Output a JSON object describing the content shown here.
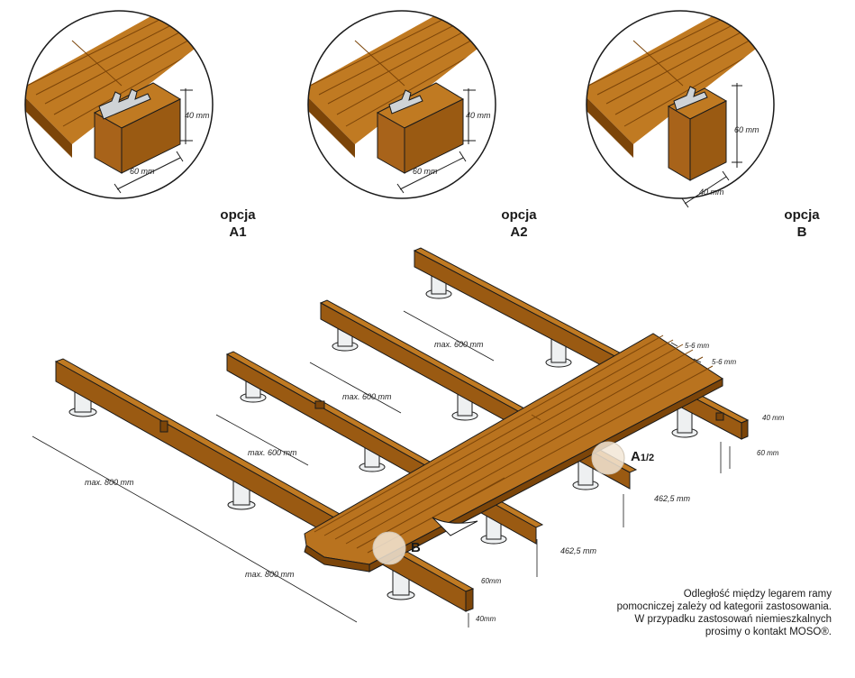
{
  "details": [
    {
      "word": "opcja",
      "code": "A1",
      "height_dim": "40 mm",
      "width_dim": "60 mm"
    },
    {
      "word": "opcja",
      "code": "A2",
      "height_dim": "40 mm",
      "width_dim": "60 mm"
    },
    {
      "word": "opcja",
      "code": "B",
      "height_dim": "60 mm",
      "width_dim": "40 mm"
    }
  ],
  "spacing": {
    "joist_1": "max. 600 mm",
    "joist_2": "max. 600 mm",
    "joist_3": "max. 600 mm",
    "support_1": "max. 800 mm",
    "support_2": "max. 800 mm"
  },
  "gaps": {
    "gap_1": "5-6 mm",
    "gap_2": "5-6 mm"
  },
  "section_right": {
    "height": "40 mm",
    "width": "60 mm"
  },
  "section_front": {
    "height": "60mm",
    "width": "40mm"
  },
  "edge_dims": {
    "upper": "462,5 mm",
    "lower": "462,5 mm"
  },
  "callouts": {
    "a_main": "A",
    "a_sub": "1/2",
    "b": "B"
  },
  "note": {
    "line_1": "Odległość między legarem ramy",
    "line_2": "pomocniczej zależy od kategorii zastosowania.",
    "line_3": "W przypadku zastosowań niemieszkalnych",
    "line_4": "prosimy o kontakt MOSO®."
  },
  "colors": {
    "wood_top": "#c07a22",
    "wood_side": "#9a5a12",
    "wood_dark": "#7c4509",
    "clip": "#cfd3d6",
    "line": "#1a1a1a"
  }
}
